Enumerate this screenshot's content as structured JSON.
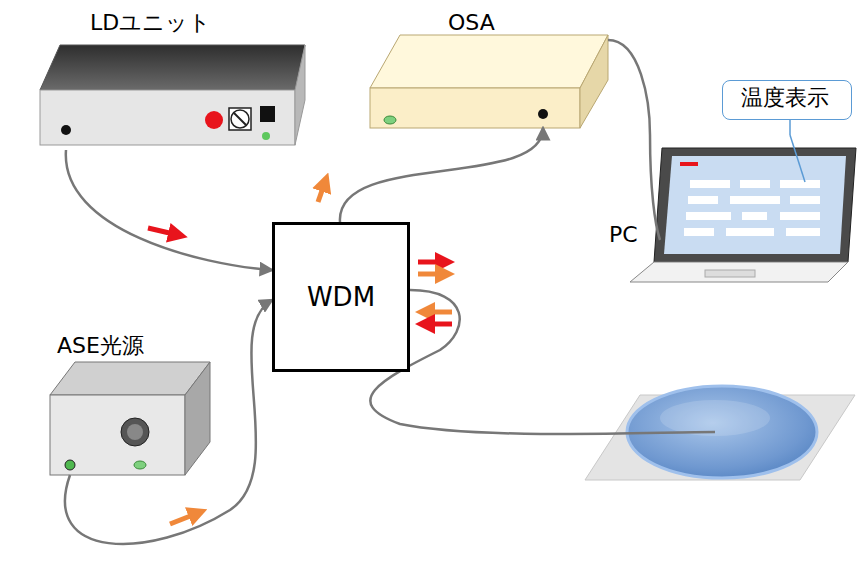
{
  "diagram": {
    "nodes": [
      {
        "text": [
          "LDユニット"
        ]
      },
      {
        "text": [
          "OSA"
        ]
      },
      {
        "text": [
          "WDM"
        ]
      },
      {
        "text": [
          "ASE光源"
        ]
      },
      {
        "text": [
          "PC"
        ]
      },
      {
        "text": [
          "温度表示"
        ]
      }
    ],
    "edges": [
      {
        "from": 0,
        "to": 2,
        "arrow": "to"
      },
      {
        "from": 3,
        "to": 2,
        "arrow": "to"
      },
      {
        "from": 2,
        "to": 1,
        "arrow": "to"
      },
      {
        "from": 1,
        "to": 4,
        "arrow": "none"
      },
      {
        "from": 5,
        "to": 4,
        "arrow": "none"
      }
    ]
  }
}
